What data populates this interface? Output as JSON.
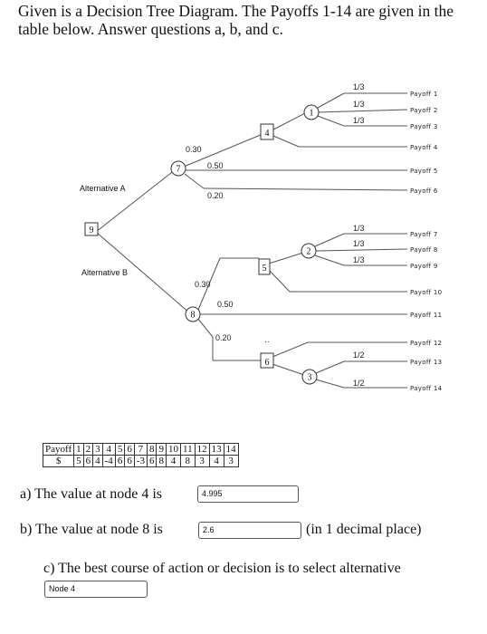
{
  "intro": "Given is a Decision Tree Diagram. The Payoffs 1-14 are given in the table below. Answer questions a, b, and c.",
  "tree": {
    "nodes": {
      "n1": "1",
      "n2": "2",
      "n3": "3",
      "n4": "4",
      "n5": "5",
      "n6": "6",
      "n7": "7",
      "n8": "8",
      "n9": "9"
    },
    "alternatives": {
      "a": "Alternative A",
      "b": "Alternative B"
    },
    "probs": {
      "n1_top": "1/3",
      "n1_mid": "1/3",
      "n1_bot": "1/3",
      "n7_a": "0.30",
      "n7_b": "0.50",
      "n7_c": "0.20",
      "n2_top": "1/3",
      "n2_mid": "1/3",
      "n2_bot": "1/3",
      "n8_a": "0.30",
      "n8_b": "0.50",
      "n8_c": "0.20",
      "n3_top": "1/2",
      "n3_bot": "1/2"
    },
    "payoffs": [
      "Payoff 1",
      "Payoff 2",
      "Payoff 3",
      "Payoff 4",
      "Payoff 5",
      "Payoff 6",
      "Payoff 7",
      "Payoff 8",
      "Payoff 9",
      "Payoff 10",
      "Payoff 11",
      "Payoff 12",
      "Payoff 13",
      "Payoff 14"
    ]
  },
  "table": {
    "row1_header": "Payoff",
    "row2_header": "$",
    "numbers": [
      "1",
      "2",
      "3",
      "4",
      "5",
      "6",
      "7",
      "8",
      "9",
      "10",
      "11",
      "12",
      "13",
      "14"
    ],
    "values": [
      "5",
      "6",
      "4",
      "-4",
      "6",
      "6",
      "-3",
      "6",
      "8",
      "4",
      "8",
      "3",
      "4",
      "3"
    ]
  },
  "questions": {
    "a_text": "a) The value at node 4 is",
    "a_answer": "4.995",
    "b_text": "b) The value at node 8 is",
    "b_answer": "2.6",
    "b_suffix": "(in 1 decimal place)",
    "c_text": "c) The best course of action or decision is to select alternative",
    "c_answer": "Node 4"
  }
}
